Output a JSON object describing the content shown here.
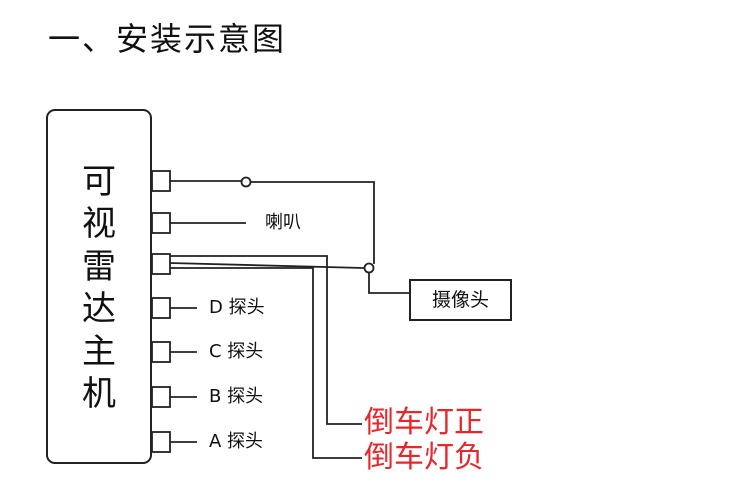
{
  "page_title": "一、安装示意图",
  "main_unit": {
    "chars": [
      "可",
      "视",
      "雷",
      "达",
      "主",
      "机"
    ]
  },
  "labels": {
    "speaker": "喇叭",
    "camera": "摄像头",
    "probe_d": "D 探头",
    "probe_c": "C 探头",
    "probe_b": "B 探头",
    "probe_a": "A 探头",
    "reverse_positive": "倒车灯正",
    "reverse_negative": "倒车灯负"
  },
  "colors": {
    "line": "#222222",
    "highlight_text": "#e4282c"
  }
}
